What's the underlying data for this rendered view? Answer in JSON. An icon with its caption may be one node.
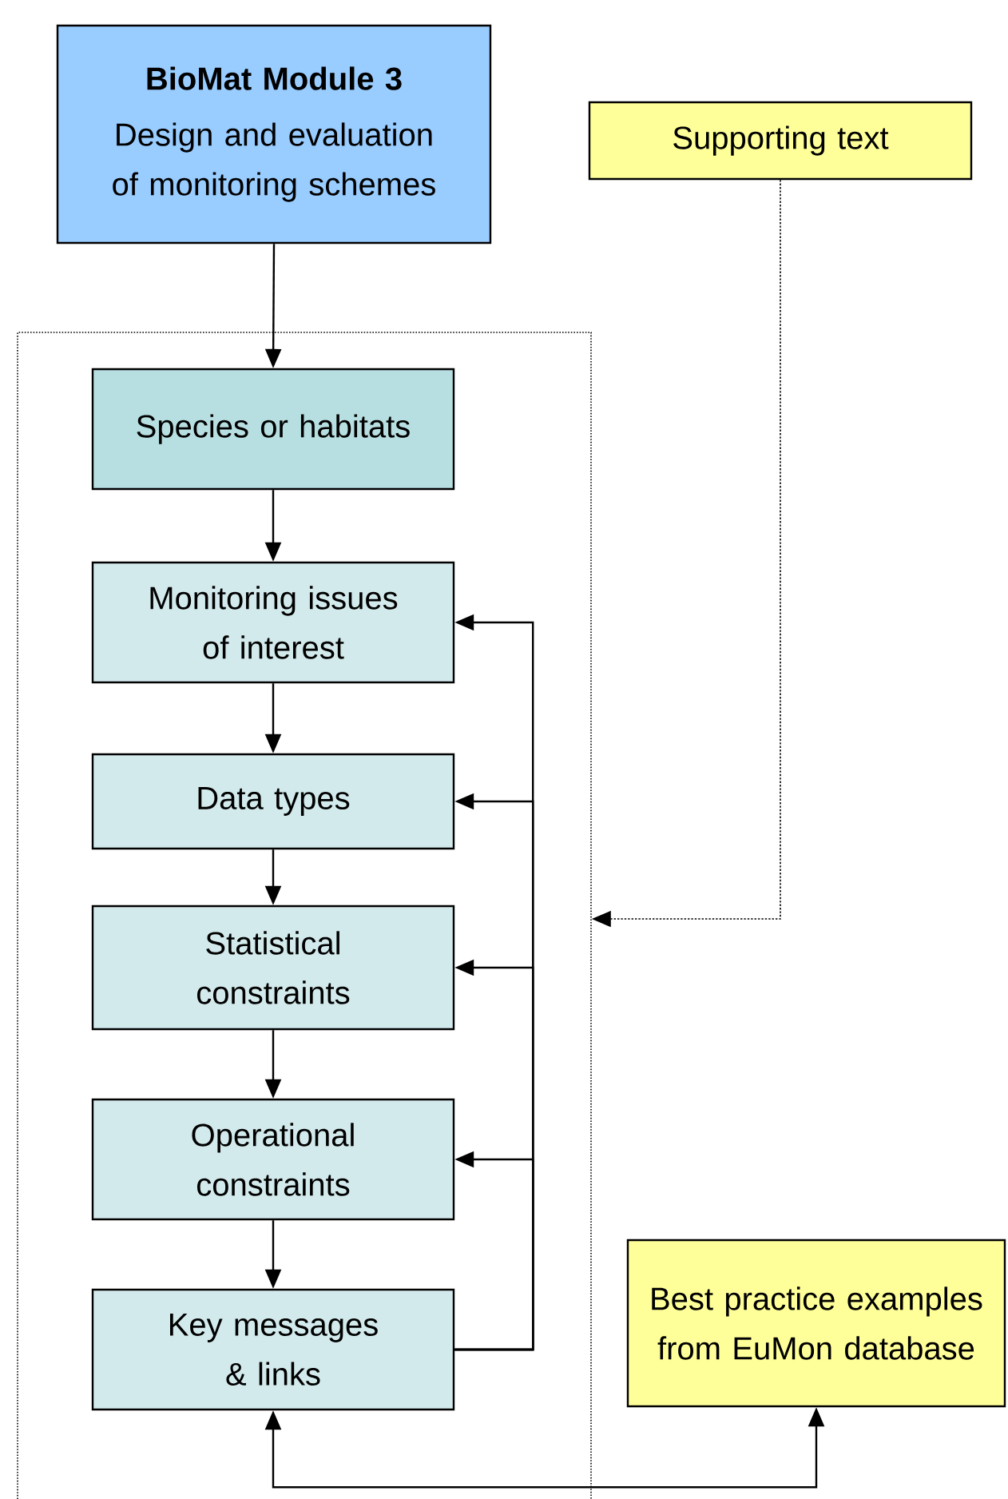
{
  "diagram": {
    "nodes": [
      {
        "text": [
          "BioMat Module 3",
          "Design and evaluation of monitoring schemes"
        ]
      },
      {
        "text": [
          "Supporting text"
        ]
      },
      {
        "text": [],
        "shape": "box"
      },
      {
        "text": [
          "Species or habitats"
        ],
        "in": 2
      },
      {
        "text": [
          "Monitoring issues of interest"
        ],
        "in": 2
      },
      {
        "text": [
          "Data types"
        ],
        "in": 2
      },
      {
        "text": [
          "Statistical constraints"
        ],
        "in": 2
      },
      {
        "text": [
          "Operational constraints"
        ],
        "in": 2
      },
      {
        "text": [
          "Key messages & links"
        ],
        "in": 2
      },
      {
        "text": [
          "Best practice examples from EuMon database"
        ]
      }
    ],
    "edges": [
      {
        "from": 0,
        "to": 3,
        "arrow": "to"
      },
      {
        "from": 3,
        "to": 4,
        "arrow": "to"
      },
      {
        "from": 4,
        "to": 5,
        "arrow": "to"
      },
      {
        "from": 5,
        "to": 6,
        "arrow": "to"
      },
      {
        "from": 6,
        "to": 7,
        "arrow": "to"
      },
      {
        "from": 7,
        "to": 8,
        "arrow": "to"
      },
      {
        "from": 8,
        "to": 4,
        "arrow": "to"
      },
      {
        "from": 8,
        "to": 5,
        "arrow": "to"
      },
      {
        "from": 8,
        "to": 6,
        "arrow": "to"
      },
      {
        "from": 8,
        "to": 7,
        "arrow": "to"
      },
      {
        "from": 1,
        "to": 2,
        "arrow": "to",
        "style": "dashed"
      },
      {
        "from": 8,
        "to": 9,
        "arrow": "both"
      }
    ]
  }
}
